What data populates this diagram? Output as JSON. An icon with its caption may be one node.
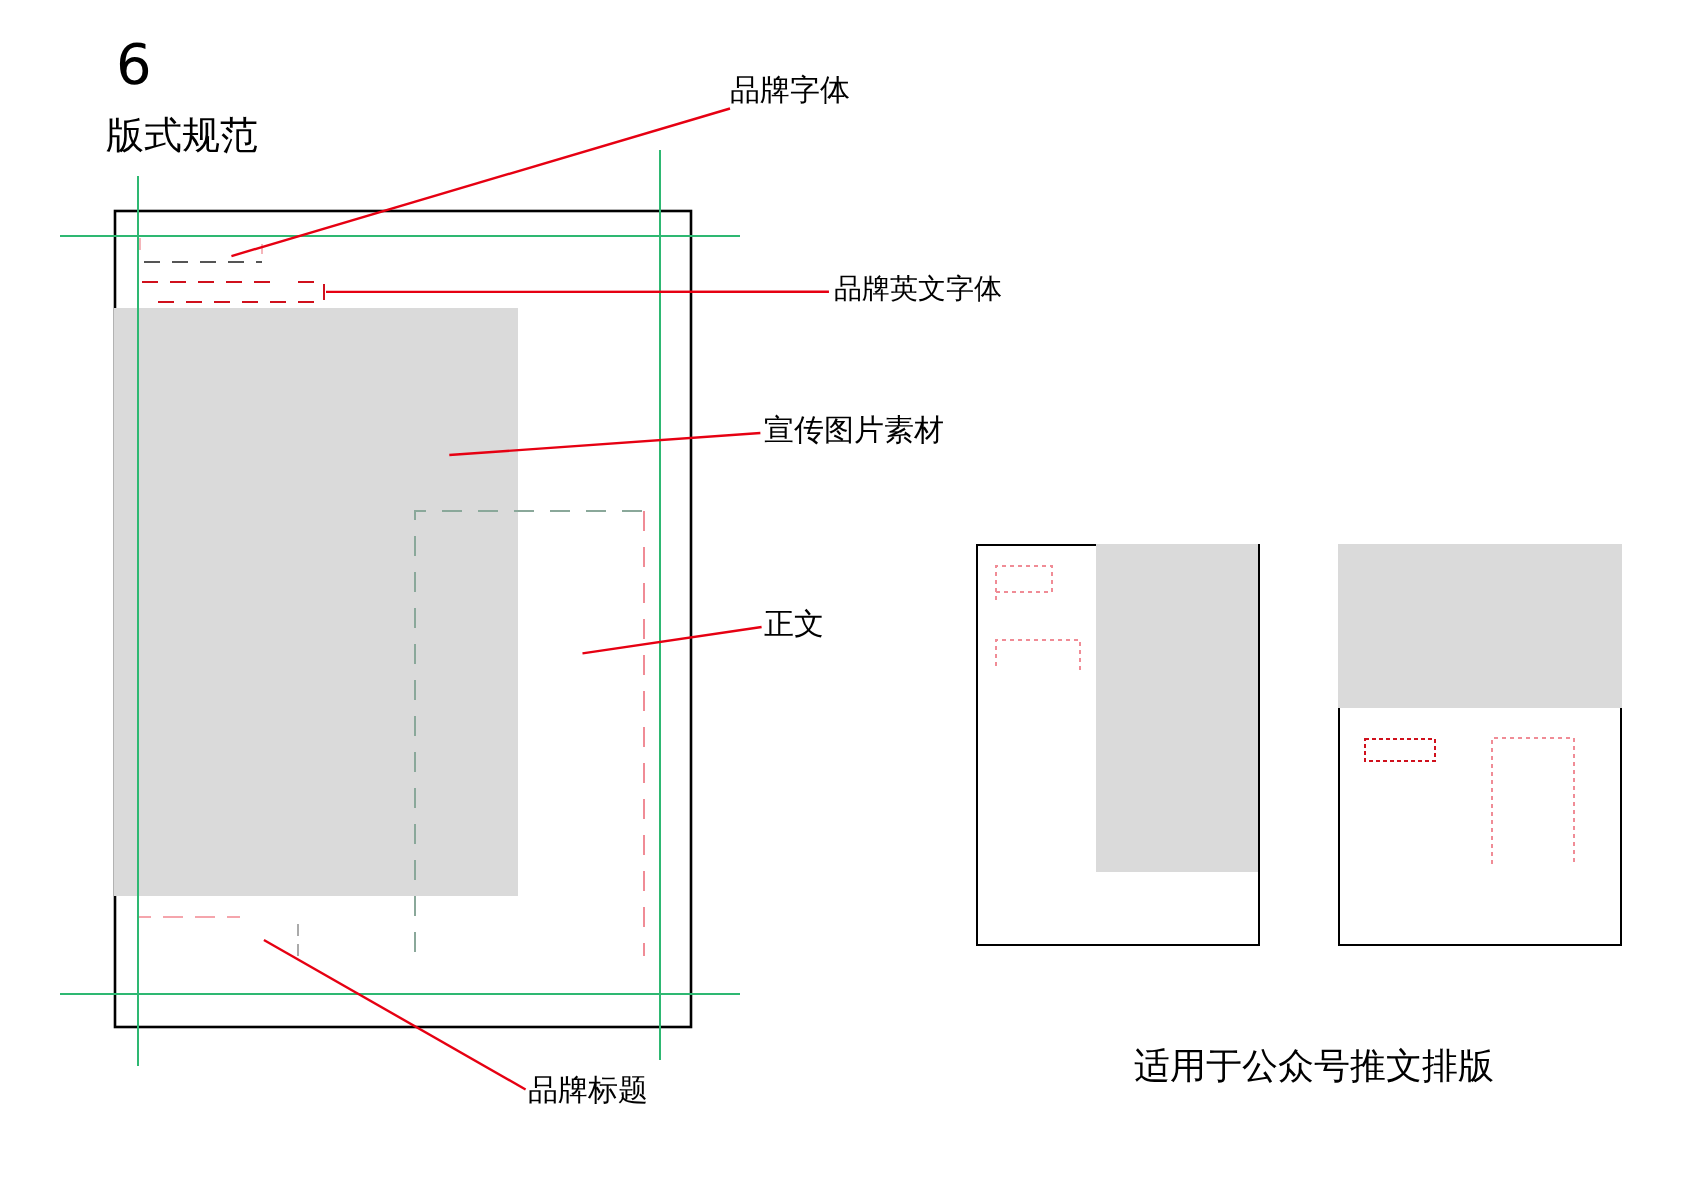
{
  "diagram": {
    "title": "版式规范",
    "nodes": [
      {
        "text": [
          "品牌字体"
        ]
      },
      {
        "text": [
          "品牌英文字体"
        ]
      },
      {
        "text": [
          "宣传图片素材"
        ]
      },
      {
        "text": [
          "正文"
        ]
      },
      {
        "text": [
          "品牌标题"
        ]
      },
      {
        "text": [],
        "shape": "box"
      },
      {
        "text": [],
        "shape": "box"
      },
      {
        "text": [],
        "shape": "box"
      },
      {
        "text": [],
        "shape": "box"
      },
      {
        "text": [],
        "shape": "box"
      }
    ],
    "edges": [
      {
        "from": 0,
        "to": 5,
        "arrow": "none"
      },
      {
        "from": 1,
        "to": 6,
        "arrow": "none"
      },
      {
        "from": 2,
        "to": 7,
        "arrow": "none"
      },
      {
        "from": 3,
        "to": 8,
        "arrow": "none"
      },
      {
        "from": 4,
        "to": 9,
        "arrow": "none"
      }
    ],
    "labels": [
      "6",
      "适用于公众号推文排版"
    ]
  }
}
